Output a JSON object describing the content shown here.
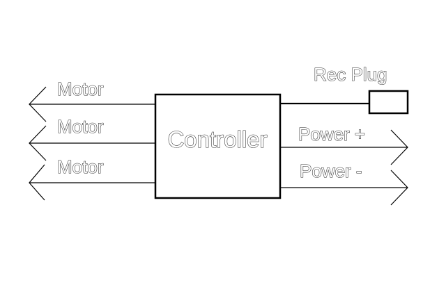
{
  "diagram": {
    "controller_label": "Controller",
    "rec_plug_label": "Rec Plug",
    "motor_labels": [
      "Motor",
      "Motor",
      "Motor"
    ],
    "power_plus_label": "Power +",
    "power_minus_label": "Power -"
  }
}
